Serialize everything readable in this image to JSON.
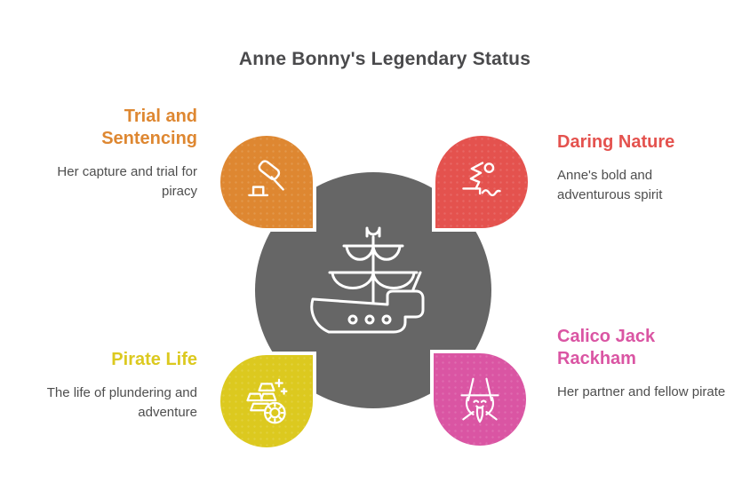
{
  "title": "Anne Bonny's Legendary Status",
  "center": {
    "icon": "pirate-ship-icon",
    "color": "#666666"
  },
  "sections": [
    {
      "position": "top-left",
      "label": "Trial and Sentencing",
      "description": "Her capture and trial for piracy",
      "color": "#DE8731",
      "icon": "gavel-icon"
    },
    {
      "position": "top-right",
      "label": "Daring Nature",
      "description": "Anne's bold and adventurous spirit",
      "color": "#E4524E",
      "icon": "diver-icon"
    },
    {
      "position": "bottom-left",
      "label": "Pirate Life",
      "description": "The life of plundering and adventure",
      "color": "#DCC91F",
      "icon": "gold-bars-icon"
    },
    {
      "position": "bottom-right",
      "label": "Calico Jack Rackham",
      "description": "Her partner and fellow pirate",
      "color": "#DA55A3",
      "icon": "pirate-head-icon"
    }
  ]
}
